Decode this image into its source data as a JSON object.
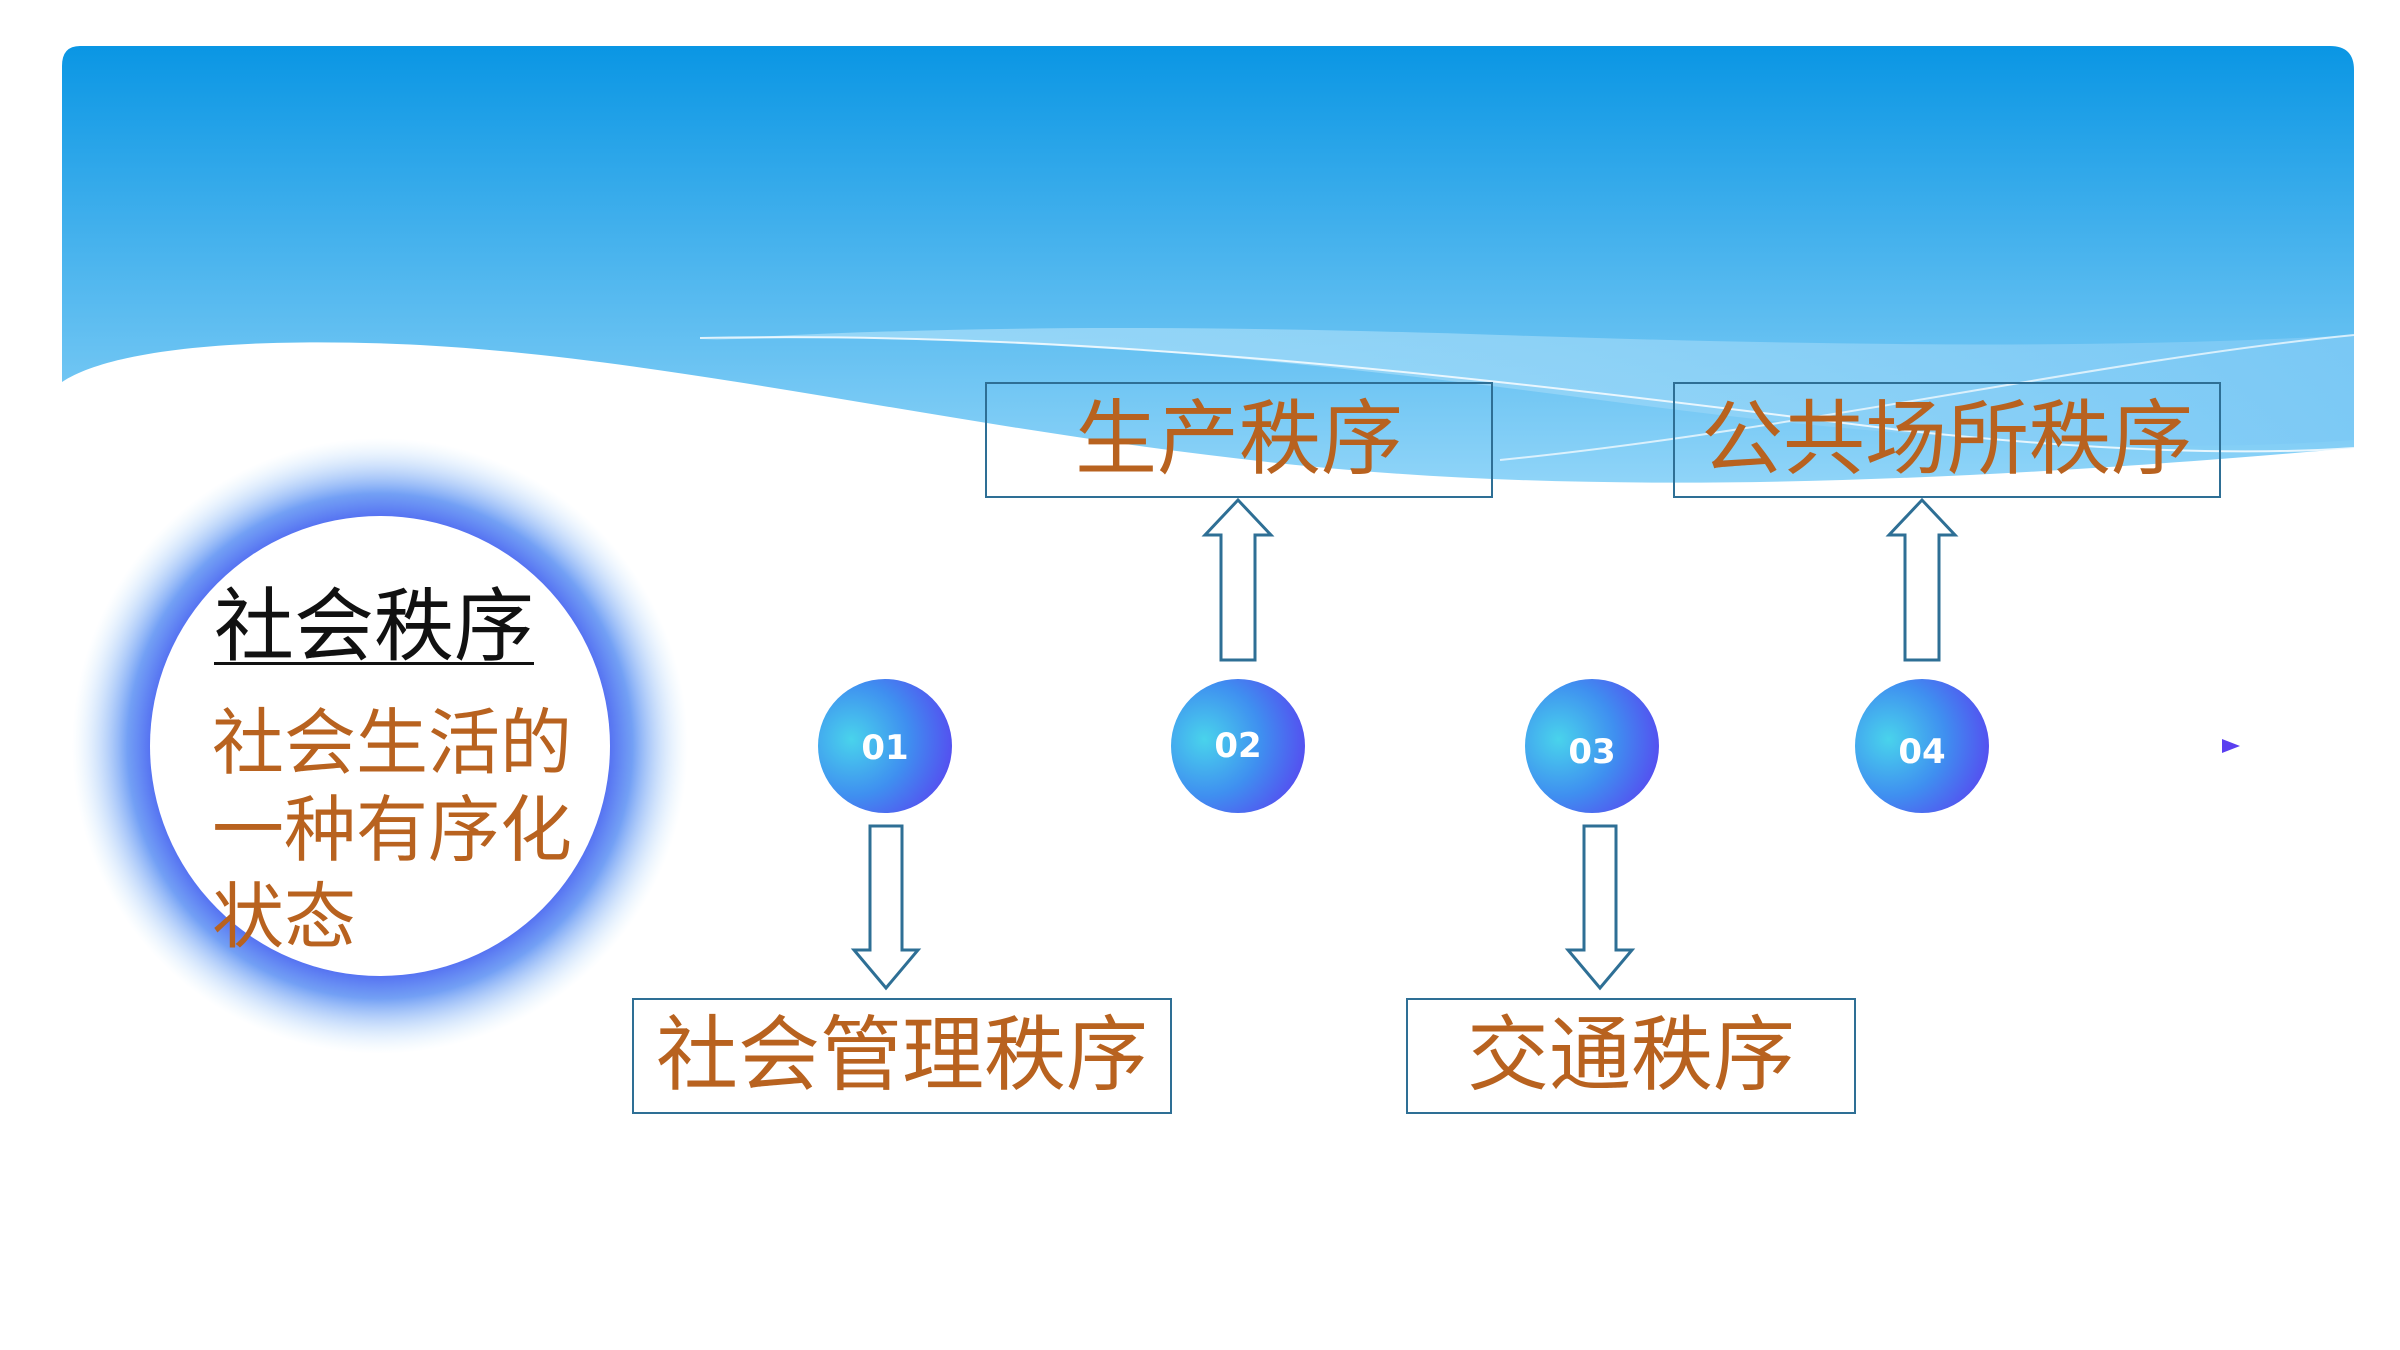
{
  "center": {
    "title": "社会秩序",
    "description_lines": [
      "社会生活的",
      "一种有序化",
      "状态"
    ]
  },
  "timeline": {
    "nodes": [
      {
        "label": "01"
      },
      {
        "label": "02"
      },
      {
        "label": "03"
      },
      {
        "label": "04"
      }
    ]
  },
  "boxes": {
    "production": "生产秩序",
    "public_places": "公共场所秩序",
    "social_management": "社会管理秩序",
    "traffic": "交通秩序"
  },
  "colors": {
    "header_top": "#0a96e4",
    "header_bottom": "#8fd4f8",
    "box_border": "#2e6f95",
    "box_text": "#b8621f",
    "node_start": "#49d3ec",
    "node_end": "#5a3ff0"
  }
}
